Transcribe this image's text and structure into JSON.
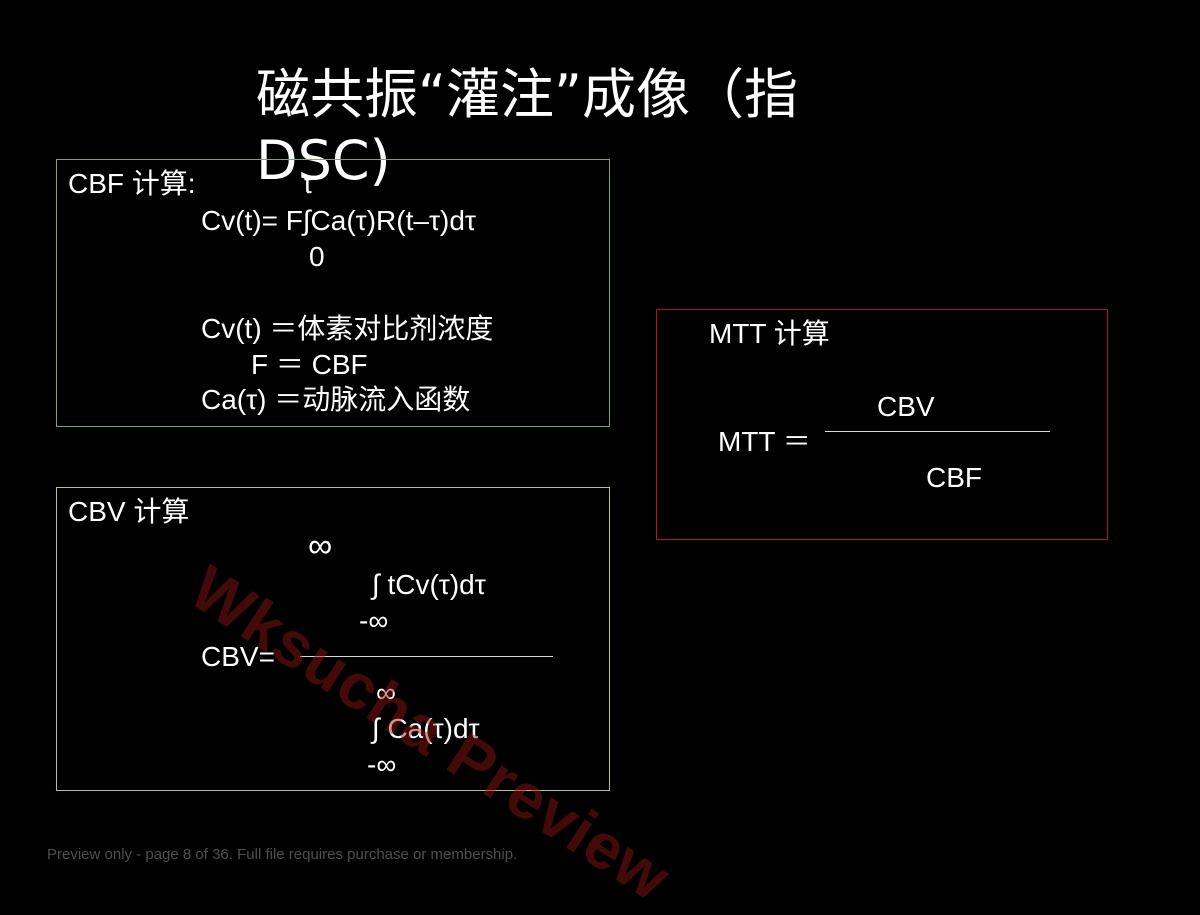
{
  "slide": {
    "title": "磁共振“灌注”成像（指DSC)"
  },
  "cbf_box": {
    "heading": "CBF 计算:",
    "integral_upper": "t",
    "equation": "Cv(t)= F∫Ca(τ)R(t–τ)dτ",
    "integral_lower": "0",
    "def_cv": "Cv(t) ＝体素对比剂浓度",
    "def_f": "F ＝ CBF",
    "def_ca": "Ca(τ) ＝动脉流入函数"
  },
  "cbv_box": {
    "heading": "CBV 计算",
    "num_upper": "∞",
    "num_integral": "∫ tCv(τ)dτ",
    "num_lower": "-∞",
    "lhs": "CBV=",
    "den_upper": "∞",
    "den_integral": "∫ Ca(τ)dτ",
    "den_lower": "-∞"
  },
  "mtt_box": {
    "heading": "MTT 计算",
    "numerator": "CBV",
    "lhs": "MTT ＝",
    "denominator": "CBF"
  },
  "watermark": "Wksucha Preview",
  "footer": "Preview only - page 8 of 36. Full file requires purchase or membership.",
  "colors": {
    "background": "#000000",
    "text": "#ffffff",
    "cbf_border": "#7ba86d",
    "cbv_border": "#b9c27a",
    "mtt_border": "#b01515",
    "watermark": "#961414",
    "footer": "#4f4f4f"
  }
}
